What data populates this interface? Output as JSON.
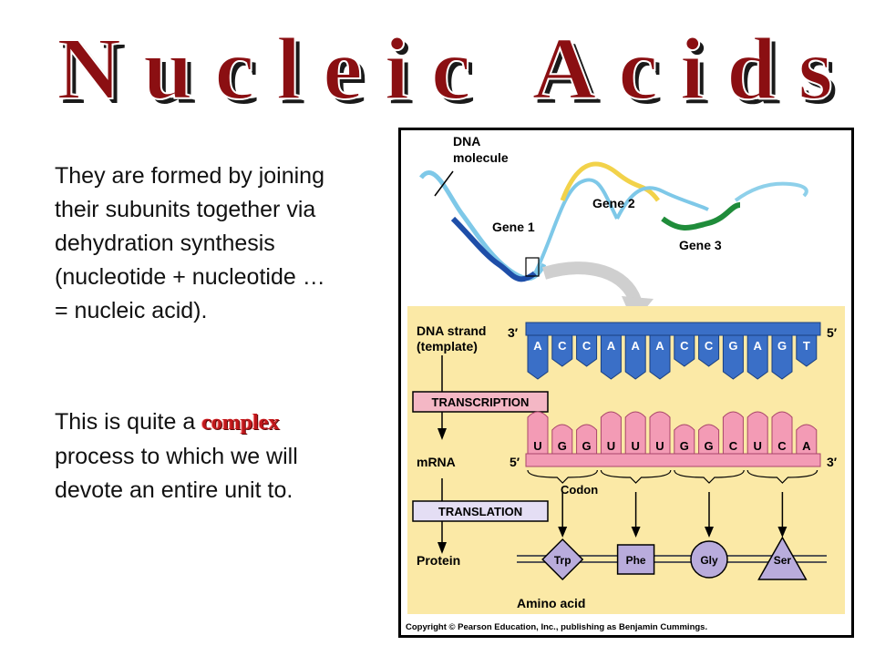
{
  "slide": {
    "title": "Nucleic Acids",
    "paragraph1": {
      "lines": [
        "They are formed by joining",
        "their subunits together via",
        "dehydration synthesis",
        "(nucleotide + nucleotide …",
        "=  nucleic acid)."
      ]
    },
    "paragraph2": {
      "before": "This is quite a ",
      "highlight": "complex",
      "line1_end": "",
      "line2": "process to which we will",
      "line3": "devote an entire unit to."
    },
    "highlight_color": "#c0171b",
    "title_color": "#8b0f12"
  },
  "figure": {
    "dna_label_line1": "DNA",
    "dna_label_line2": "molecule",
    "gene1": "Gene 1",
    "gene2": "Gene 2",
    "gene3": "Gene 3",
    "dna_strand_line1": "DNA strand",
    "dna_strand_line2": "(template)",
    "end_3_prime": "3′",
    "end_5_prime": "5′",
    "dna_bases": [
      "A",
      "C",
      "C",
      "A",
      "A",
      "A",
      "C",
      "C",
      "G",
      "A",
      "G",
      "T"
    ],
    "transcription": "TRANSCRIPTION",
    "mrna_label": "mRNA",
    "mrna_bases": [
      "U",
      "G",
      "G",
      "U",
      "U",
      "U",
      "G",
      "G",
      "C",
      "U",
      "C",
      "A"
    ],
    "codon": "Codon",
    "translation": "TRANSLATION",
    "protein": "Protein",
    "amino_acids": [
      "Trp",
      "Phe",
      "Gly",
      "Ser"
    ],
    "amino_acid_label": "Amino acid",
    "copyright": "Copyright © Pearson Education, Inc., publishing as Benjamin Cummings."
  }
}
